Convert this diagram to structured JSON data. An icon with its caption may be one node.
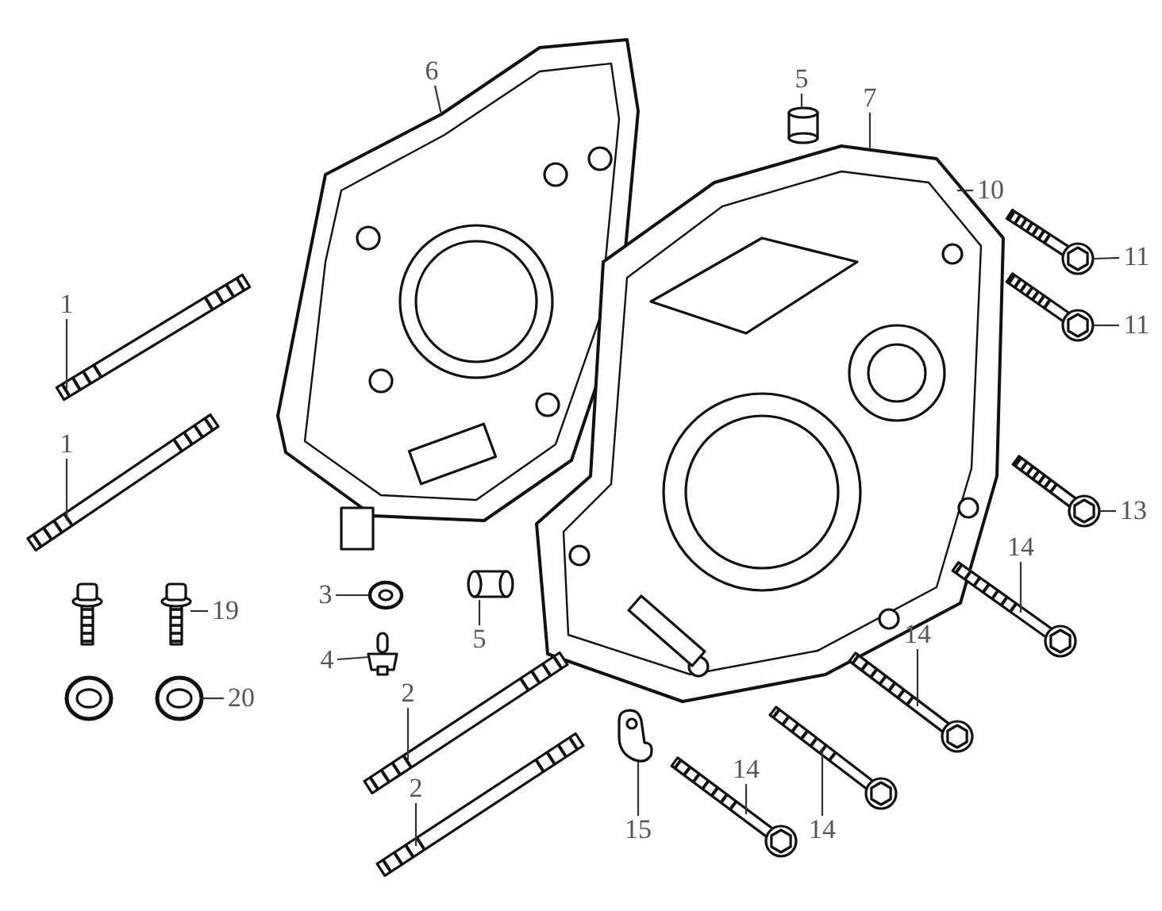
{
  "diagram": {
    "nodes": [
      {
        "text": [
          "1"
        ]
      },
      {
        "text": [],
        "shape": "picture"
      },
      {
        "text": [
          "1"
        ]
      },
      {
        "text": [],
        "shape": "picture"
      },
      {
        "text": [
          "6"
        ]
      },
      {
        "text": [],
        "shape": "picture"
      },
      {
        "text": [
          "5"
        ]
      },
      {
        "text": [],
        "shape": "cylinder"
      },
      {
        "text": [
          "7"
        ]
      },
      {
        "text": [],
        "shape": "picture"
      },
      {
        "text": [
          "10"
        ]
      },
      {
        "text": [
          "11"
        ]
      },
      {
        "text": [],
        "shape": "picture"
      },
      {
        "text": [
          "11"
        ]
      },
      {
        "text": [],
        "shape": "picture"
      },
      {
        "text": [
          "13"
        ]
      },
      {
        "text": [],
        "shape": "picture"
      },
      {
        "text": [
          "14"
        ]
      },
      {
        "text": [],
        "shape": "picture"
      },
      {
        "text": [
          "3"
        ]
      },
      {
        "text": [],
        "shape": "picture"
      },
      {
        "text": [
          "5"
        ]
      },
      {
        "text": [],
        "shape": "cylinder"
      },
      {
        "text": [
          "4"
        ]
      },
      {
        "text": [],
        "shape": "picture"
      },
      {
        "text": [
          "19"
        ]
      },
      {
        "text": [],
        "shape": "picture"
      },
      {
        "text": [
          "20"
        ]
      },
      {
        "text": [],
        "shape": "picture"
      },
      {
        "text": [
          "2"
        ]
      },
      {
        "text": [],
        "shape": "picture"
      },
      {
        "text": [
          "14"
        ]
      },
      {
        "text": [],
        "shape": "picture"
      },
      {
        "text": [
          "2"
        ]
      },
      {
        "text": [],
        "shape": "picture"
      },
      {
        "text": [
          "15"
        ]
      },
      {
        "text": [],
        "shape": "picture"
      },
      {
        "text": [
          "14"
        ]
      },
      {
        "text": [],
        "shape": "picture"
      },
      {
        "text": [
          "14"
        ]
      },
      {
        "text": [],
        "shape": "picture"
      },
      {
        "text": [],
        "shape": "picture"
      },
      {
        "text": [],
        "shape": "picture"
      }
    ],
    "edges": [
      {
        "from": 0,
        "to": 1,
        "arrow": "none"
      },
      {
        "from": 2,
        "to": 3,
        "arrow": "none"
      },
      {
        "from": 4,
        "to": 5,
        "arrow": "none"
      },
      {
        "from": 6,
        "to": 7,
        "arrow": "none"
      },
      {
        "from": 8,
        "to": 9,
        "arrow": "none"
      },
      {
        "from": 10,
        "to": 9,
        "arrow": "none"
      },
      {
        "from": 11,
        "to": 12,
        "arrow": "none"
      },
      {
        "from": 13,
        "to": 14,
        "arrow": "none"
      },
      {
        "from": 15,
        "to": 16,
        "arrow": "none"
      },
      {
        "from": 17,
        "to": 18,
        "arrow": "none"
      },
      {
        "from": 19,
        "to": 20,
        "arrow": "none"
      },
      {
        "from": 21,
        "to": 22,
        "arrow": "none"
      },
      {
        "from": 23,
        "to": 24,
        "arrow": "none"
      },
      {
        "from": 25,
        "to": 26,
        "arrow": "none"
      },
      {
        "from": 27,
        "to": 28,
        "arrow": "none"
      },
      {
        "from": 29,
        "to": 30,
        "arrow": "none"
      },
      {
        "from": 31,
        "to": 32,
        "arrow": "none"
      },
      {
        "from": 33,
        "to": 34,
        "arrow": "none"
      },
      {
        "from": 35,
        "to": 36,
        "arrow": "none"
      },
      {
        "from": 37,
        "to": 38,
        "arrow": "none"
      },
      {
        "from": 39,
        "to": 40,
        "arrow": "none"
      }
    ]
  }
}
